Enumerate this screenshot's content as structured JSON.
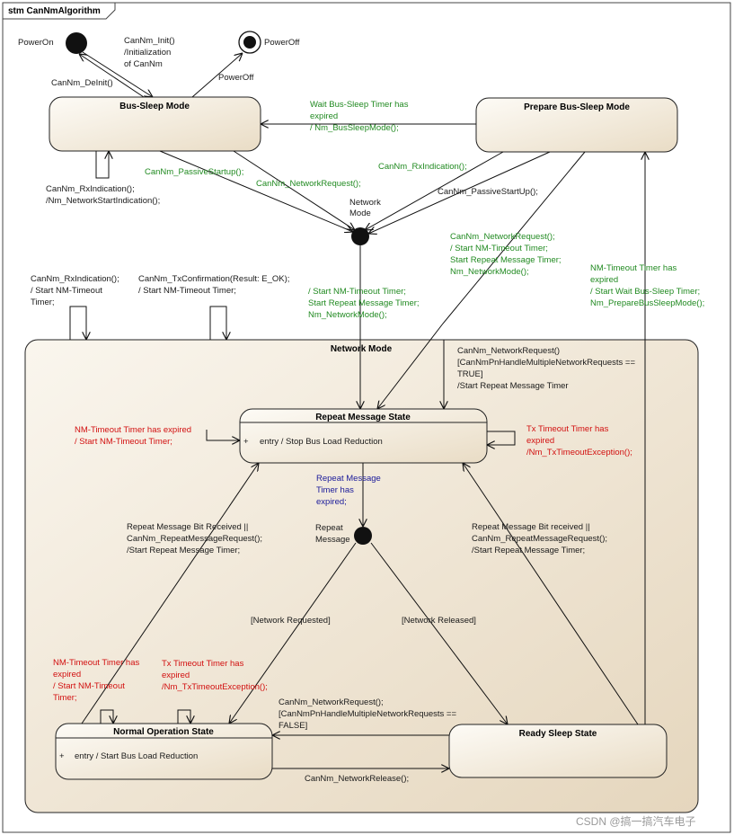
{
  "frame": {
    "title": "stm CanNmAlgorithm"
  },
  "pseudo": {
    "power_on": "PowerOn",
    "power_off": "PowerOff",
    "network_mode": [
      "Network",
      "Mode"
    ],
    "repeat_message": [
      "Repeat",
      "Message"
    ]
  },
  "states": {
    "bus_sleep": {
      "name": "Bus-Sleep Mode"
    },
    "prepare_bus_sleep": {
      "name": "Prepare Bus-Sleep Mode"
    },
    "network_mode": {
      "name": "Network Mode"
    },
    "repeat_message": {
      "name": "Repeat Message State",
      "entry_marker": "+",
      "entry": "entry / Stop Bus Load Reduction"
    },
    "normal_operation": {
      "name": "Normal Operation State",
      "entry_marker": "+",
      "entry": "entry / Start Bus Load Reduction"
    },
    "ready_sleep": {
      "name": "Ready Sleep State"
    }
  },
  "labels": {
    "cannm_init": [
      "CanNm_Init()",
      "/Initialization",
      "of CanNm"
    ],
    "cannm_deinit": [
      "CanNm_DeInit()"
    ],
    "poweroff_edge": [
      "PowerOff"
    ],
    "wait_bus_sleep": [
      "Wait Bus-Sleep Timer has",
      "expired",
      "/ Nm_BusSleepMode();"
    ],
    "bsm_passive": [
      "CanNm_PassiveStartup();"
    ],
    "bsm_netreq": [
      "CanNm_NetworkRequest();"
    ],
    "bsm_rx_self": [
      "CanNm_RxIndication();",
      "/Nm_NetworkStartIndication();"
    ],
    "pbs_rx": [
      "CanNm_RxIndication();"
    ],
    "pbs_passive": [
      "CanNm_PassiveStartUp();"
    ],
    "pbs_netreq": [
      "CanNm_NetworkRequest();",
      "/ Start NM-Timeout Timer;",
      "Start Repeat Message Timer;",
      "Nm_NetworkMode();"
    ],
    "nm_timeout_to_pbs": [
      "NM-Timeout Timer has",
      "expired",
      "/ Start Wait Bus-Sleep Timer;",
      "Nm_PrepareBusSleepMode();"
    ],
    "nm_rx_self": [
      "CanNm_RxIndication();",
      "/ Start NM-Timeout",
      "Timer;"
    ],
    "nm_tx_self": [
      "CanNm_TxConfirmation(Result: E_OK);",
      "/ Start NM-Timeout Timer;"
    ],
    "choice_to_rms": [
      "/ Start NM-Timeout Timer;",
      "Start Repeat Message Timer;",
      "Nm_NetworkMode();"
    ],
    "rss_netreq_multi": [
      "CanNm_NetworkRequest()",
      "[CanNmPnHandleMultipleNetworkRequests ==",
      "TRUE]",
      "/Start Repeat Message Timer"
    ],
    "rms_nm_timeout": [
      "NM-Timeout Timer has expired",
      "/ Start NM-Timeout Timer;"
    ],
    "rms_tx_timeout": [
      "Tx Timeout Timer has",
      "expired",
      "/Nm_TxTimeoutException();"
    ],
    "rms_timer_expired": [
      "Repeat Message",
      "Timer has",
      "expired;"
    ],
    "nos_rm_bit": [
      "Repeat Message Bit Received ||",
      "CanNm_RepeatMessageRequest();",
      "/Start Repeat Message Timer;"
    ],
    "rss_rm_bit": [
      "Repeat Message Bit received ||",
      "CanNm_RepeatMessageRequest();",
      "/Start Repeat Message Timer;"
    ],
    "net_requested": [
      "[Network Requested]"
    ],
    "net_released": [
      "[Network Released]"
    ],
    "nos_nm_timeout": [
      "NM-Timeout Timer has",
      "expired",
      "/ Start NM-Timeout",
      "Timer;"
    ],
    "nos_tx_timeout": [
      "Tx Timeout Timer has",
      "expired",
      "/Nm_TxTimeoutException();"
    ],
    "rss_to_nos": [
      "CanNm_NetworkRequest();",
      "[CanNmPnHandleMultipleNetworkRequests ==",
      "FALSE]"
    ],
    "nos_to_rss": [
      "CanNm_NetworkRelease();"
    ]
  },
  "watermark": "CSDN @搞一搞汽车电子"
}
